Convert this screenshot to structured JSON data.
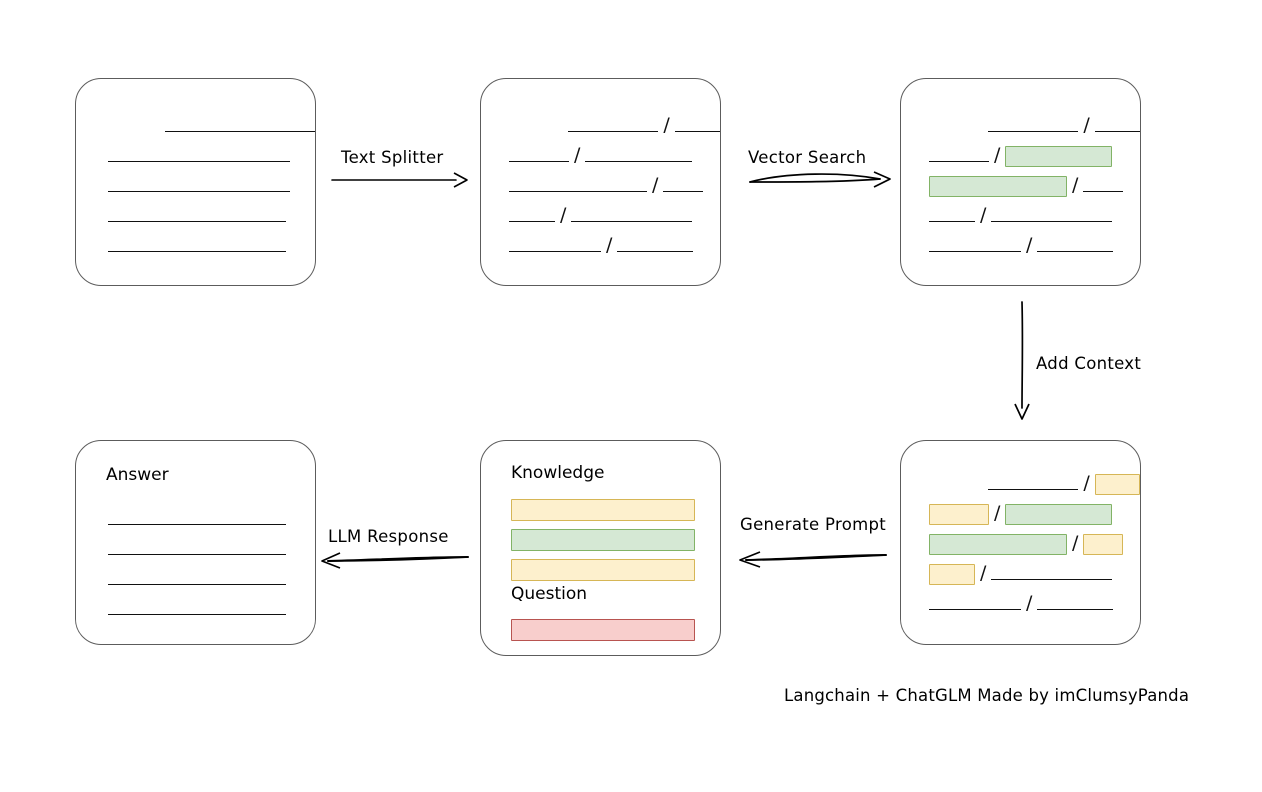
{
  "diagram": {
    "title_footer": "Langchain + ChatGLM Made by imClumsyPanda",
    "colors": {
      "box_border": "#5c5c5c",
      "line": "#111111",
      "green_fill": "#d5e8d4",
      "green_border": "#82b366",
      "yellow_fill": "#fdf0cd",
      "yellow_border": "#d6b656",
      "red_fill": "#f8cecc",
      "red_border": "#b85450",
      "background": "#ffffff"
    },
    "arrows": [
      {
        "name": "text-splitter-arrow",
        "label": "Text Splitter",
        "direction": "right"
      },
      {
        "name": "vector-search-arrow",
        "label": "Vector Search",
        "direction": "right"
      },
      {
        "name": "add-context-arrow",
        "label": "Add Context",
        "direction": "down"
      },
      {
        "name": "generate-prompt-arrow",
        "label": "Generate Prompt",
        "direction": "left"
      },
      {
        "name": "llm-response-arrow",
        "label": "LLM Response",
        "direction": "left"
      }
    ],
    "boxes": {
      "source_document": {
        "name": "source-document-box",
        "title": "",
        "rows": [
          [
            {
              "type": "spacer",
              "w": 58
            },
            {
              "type": "line",
              "w": 152
            }
          ],
          [
            {
              "type": "line",
              "w": 182
            }
          ],
          [
            {
              "type": "line",
              "w": 182
            }
          ],
          [
            {
              "type": "line",
              "w": 178
            }
          ],
          [
            {
              "type": "line",
              "w": 178
            }
          ]
        ]
      },
      "split_document": {
        "name": "split-document-box",
        "title": "",
        "rows": [
          [
            {
              "type": "spacer",
              "w": 60
            },
            {
              "type": "line",
              "w": 92
            },
            {
              "type": "slash",
              "text": "/"
            },
            {
              "type": "line",
              "w": 46
            }
          ],
          [
            {
              "type": "line",
              "w": 60
            },
            {
              "type": "slash",
              "text": "/"
            },
            {
              "type": "line",
              "w": 107
            }
          ],
          [
            {
              "type": "line",
              "w": 138
            },
            {
              "type": "slash",
              "text": "/"
            },
            {
              "type": "line",
              "w": 40
            }
          ],
          [
            {
              "type": "line",
              "w": 46
            },
            {
              "type": "slash",
              "text": "/"
            },
            {
              "type": "line",
              "w": 121
            }
          ],
          [
            {
              "type": "line",
              "w": 92
            },
            {
              "type": "slash",
              "text": "/"
            },
            {
              "type": "line",
              "w": 76
            }
          ]
        ]
      },
      "vector_matched_document": {
        "name": "vector-matched-document-box",
        "title": "",
        "rows": [
          [
            {
              "type": "spacer",
              "w": 60
            },
            {
              "type": "line",
              "w": 92
            },
            {
              "type": "slash",
              "text": "/"
            },
            {
              "type": "line",
              "w": 46
            }
          ],
          [
            {
              "type": "line",
              "w": 60
            },
            {
              "type": "slash",
              "text": "/"
            },
            {
              "type": "chip",
              "color": "green",
              "w": 107
            }
          ],
          [
            {
              "type": "chip",
              "color": "green",
              "w": 138
            },
            {
              "type": "slash",
              "text": "/"
            },
            {
              "type": "line",
              "w": 40
            }
          ],
          [
            {
              "type": "line",
              "w": 46
            },
            {
              "type": "slash",
              "text": "/"
            },
            {
              "type": "line",
              "w": 121
            }
          ],
          [
            {
              "type": "line",
              "w": 92
            },
            {
              "type": "slash",
              "text": "/"
            },
            {
              "type": "line",
              "w": 76
            }
          ]
        ]
      },
      "context_document": {
        "name": "context-document-box",
        "title": "",
        "rows": [
          [
            {
              "type": "spacer",
              "w": 60
            },
            {
              "type": "line",
              "w": 92
            },
            {
              "type": "slash",
              "text": "/"
            },
            {
              "type": "chip",
              "color": "yellow",
              "w": 46
            }
          ],
          [
            {
              "type": "chip",
              "color": "yellow",
              "w": 60
            },
            {
              "type": "slash",
              "text": "/"
            },
            {
              "type": "chip",
              "color": "green",
              "w": 107
            }
          ],
          [
            {
              "type": "chip",
              "color": "green",
              "w": 138
            },
            {
              "type": "slash",
              "text": "/"
            },
            {
              "type": "chip",
              "color": "yellow",
              "w": 40
            }
          ],
          [
            {
              "type": "chip",
              "color": "yellow",
              "w": 46
            },
            {
              "type": "slash",
              "text": "/"
            },
            {
              "type": "line",
              "w": 121
            }
          ],
          [
            {
              "type": "line",
              "w": 92
            },
            {
              "type": "slash",
              "text": "/"
            },
            {
              "type": "line",
              "w": 76
            }
          ]
        ]
      },
      "prompt": {
        "name": "prompt-box",
        "knowledge_label": "Knowledge",
        "question_label": "Question",
        "knowledge_chips": [
          {
            "color": "yellow",
            "w": 184
          },
          {
            "color": "green",
            "w": 184
          },
          {
            "color": "yellow",
            "w": 184
          }
        ],
        "question_chips": [
          {
            "color": "red",
            "w": 184
          }
        ]
      },
      "answer": {
        "name": "answer-box",
        "title": "Answer",
        "rows": [
          [
            {
              "type": "line",
              "w": 178
            }
          ],
          [
            {
              "type": "line",
              "w": 178
            }
          ],
          [
            {
              "type": "line",
              "w": 178
            }
          ],
          [
            {
              "type": "line",
              "w": 178
            }
          ]
        ]
      }
    }
  }
}
